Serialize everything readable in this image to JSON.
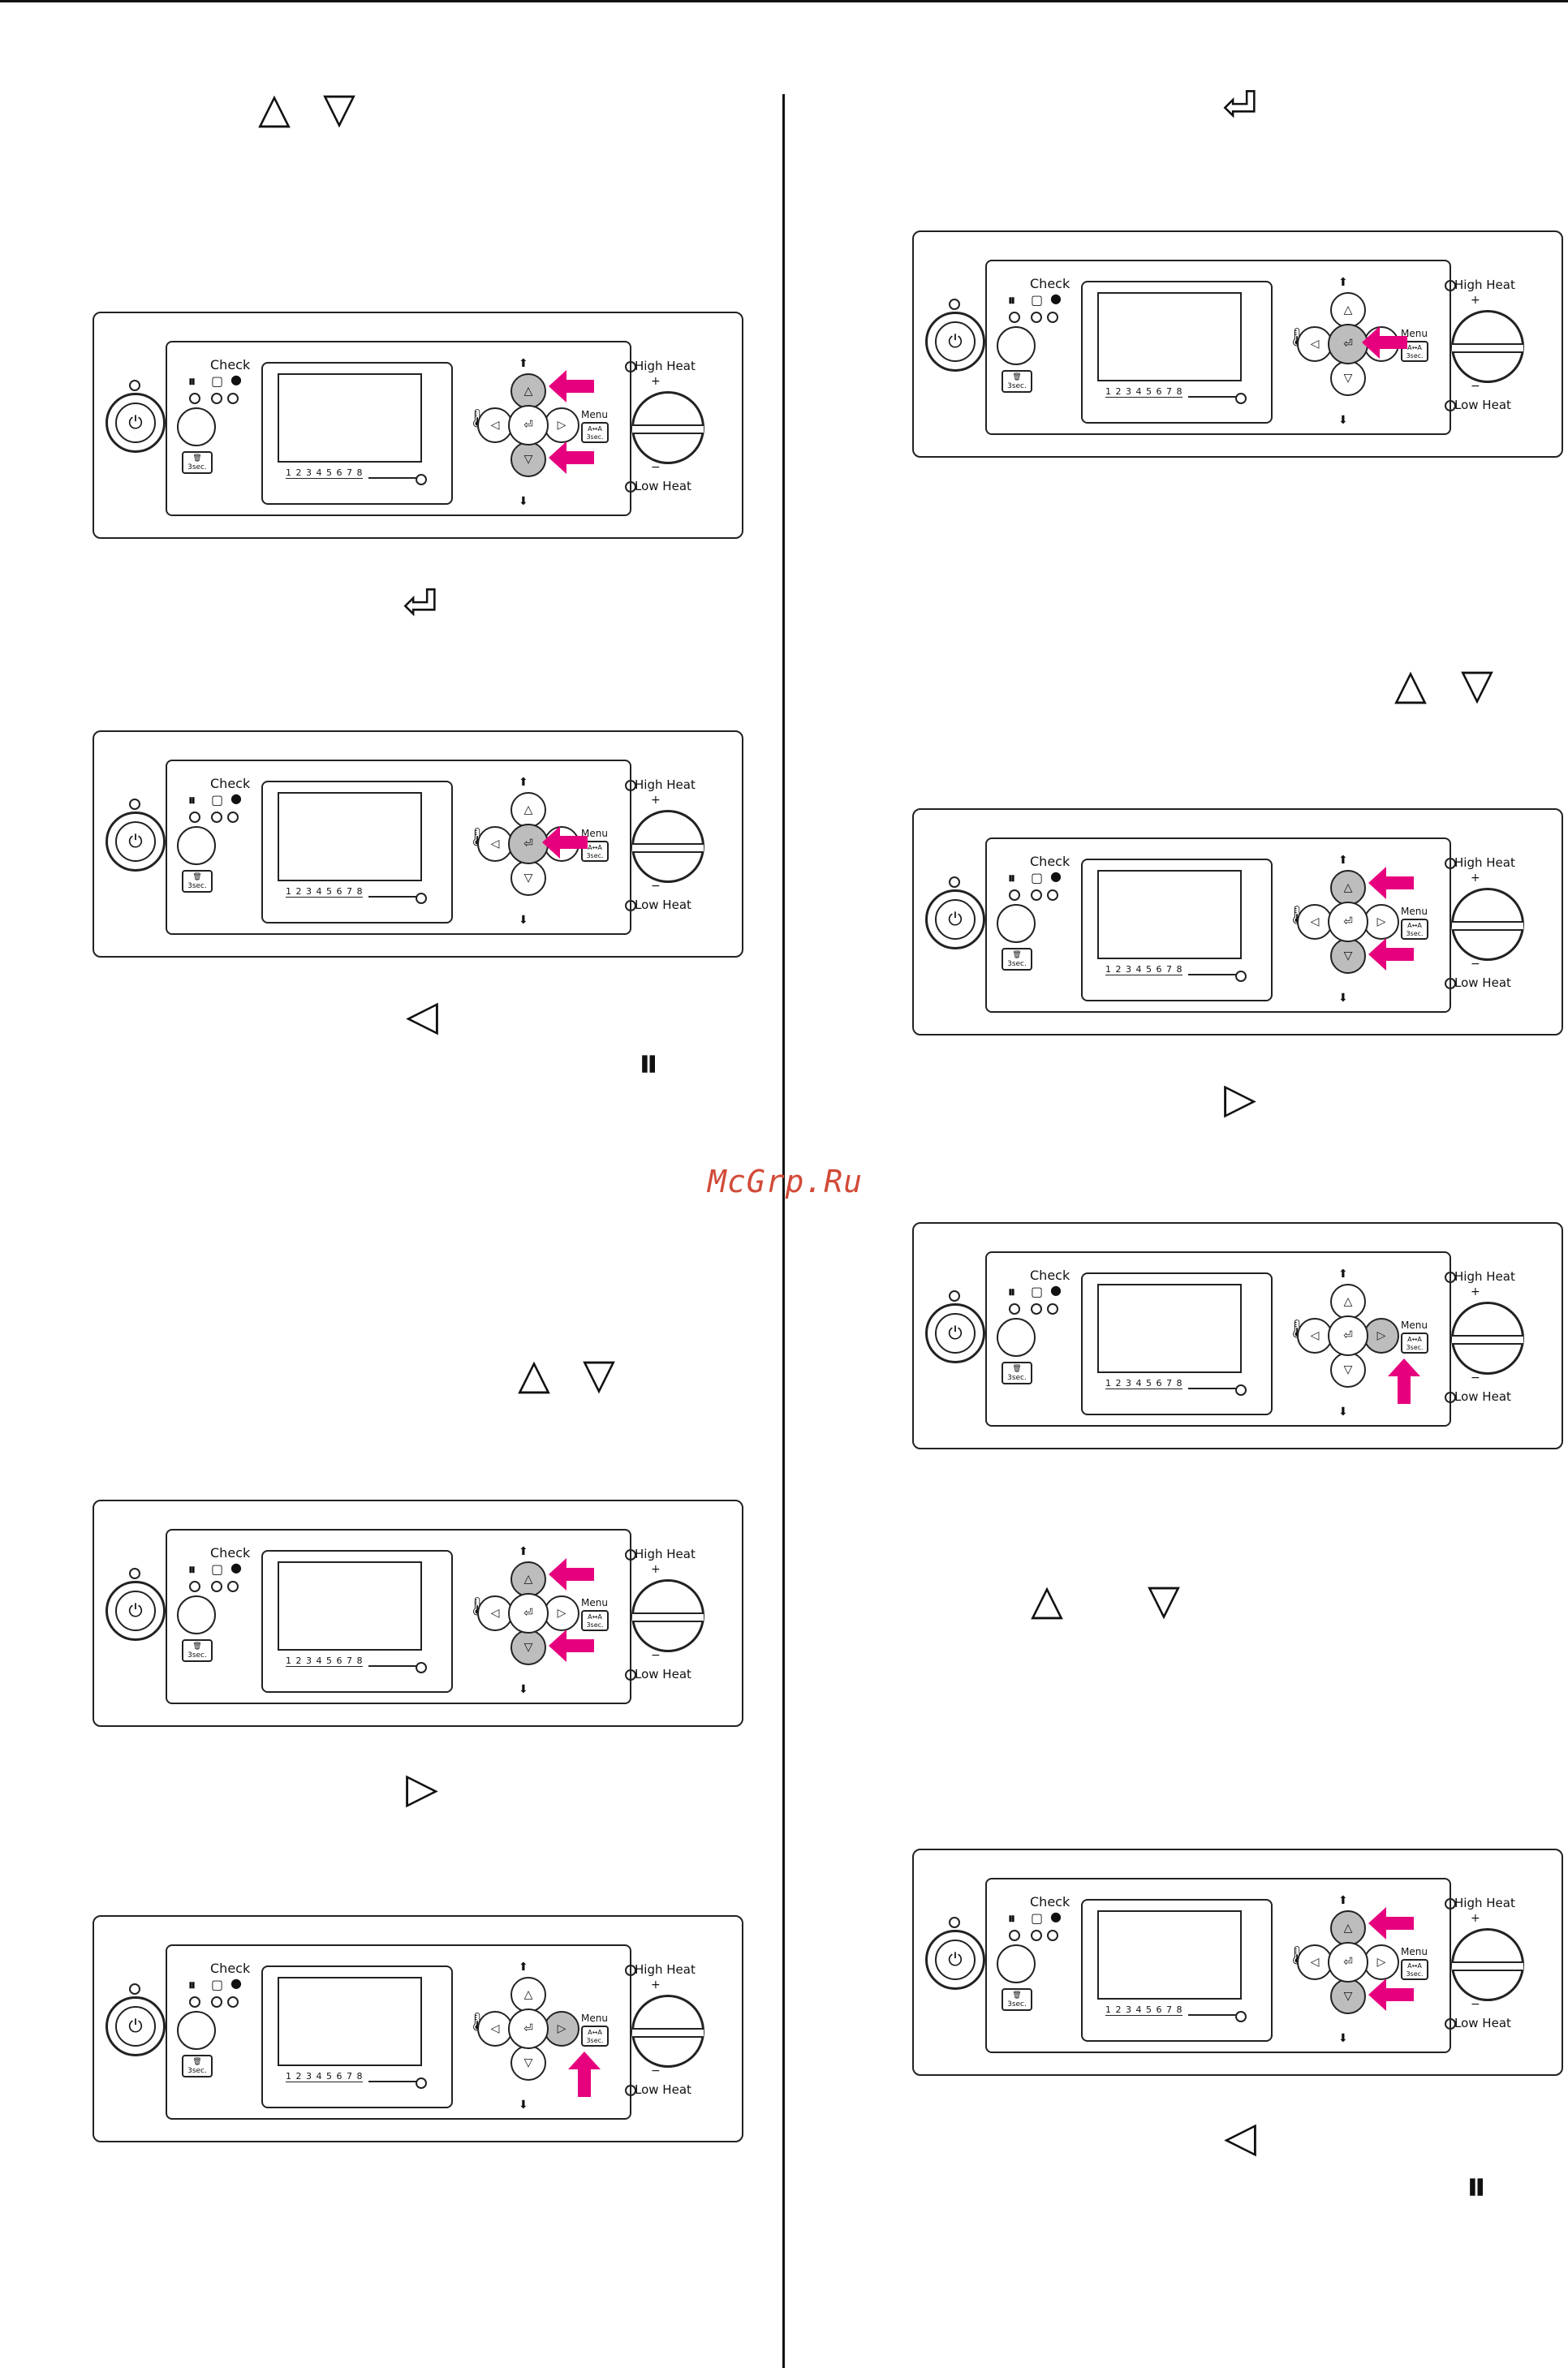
{
  "document": {
    "watermark": "McGrp.Ru",
    "left_column": {
      "glyph_up_1": "△",
      "glyph_down_1": "▽",
      "glyph_enter_1": "⏎",
      "glyph_left_1": "◁",
      "glyph_pause_1": "⏸",
      "glyph_up_2": "△",
      "glyph_down_2": "▽",
      "glyph_right_1": "▷"
    },
    "right_column": {
      "glyph_enter_1": "⏎",
      "glyph_up_1": "△",
      "glyph_down_1": "▽",
      "glyph_right_1": "▷",
      "glyph_up_2": "△",
      "glyph_down_2": "▽",
      "glyph_left_1": "◁",
      "glyph_pause_1": "⏸"
    }
  },
  "panel": {
    "check_label": "Check",
    "pause_icon": "⏸",
    "paper_icon": "▢",
    "ink_icon": "●",
    "cancel_label": "🗑 3sec.",
    "lcd_numbers": "1 2 3 4 5 6 7 8",
    "thermo_icon": "🌡",
    "up_label": "⬆",
    "down_label": "⬇",
    "seg_up": "△",
    "seg_down": "▽",
    "seg_left": "◁",
    "seg_right": "▷",
    "seg_center": "⏎",
    "menu_label": "Menu",
    "menu_btn": "A↔A 3sec.",
    "high_heat": "High Heat",
    "low_heat": "Low Heat",
    "heat_plus": "+",
    "heat_minus": "−",
    "power_icon": "⏻",
    "accent_color": "#e6007e",
    "highlight_color": "#bdbdbd"
  },
  "panels": [
    {
      "id": "L1",
      "highlight": [
        "up",
        "down"
      ],
      "arrows": [
        "up",
        "down"
      ]
    },
    {
      "id": "L2",
      "highlight": [
        "center"
      ],
      "arrows": [
        "center"
      ]
    },
    {
      "id": "L3",
      "highlight": [
        "up",
        "down"
      ],
      "arrows": [
        "up",
        "down"
      ]
    },
    {
      "id": "L4",
      "highlight": [
        "right"
      ],
      "arrows": [
        "right"
      ]
    },
    {
      "id": "R1",
      "highlight": [
        "center"
      ],
      "arrows": [
        "center"
      ]
    },
    {
      "id": "R2",
      "highlight": [
        "up",
        "down"
      ],
      "arrows": [
        "up",
        "down"
      ]
    },
    {
      "id": "R3",
      "highlight": [
        "right"
      ],
      "arrows": [
        "right"
      ]
    },
    {
      "id": "R4",
      "highlight": [
        "up",
        "down"
      ],
      "arrows": [
        "up",
        "down"
      ]
    }
  ]
}
